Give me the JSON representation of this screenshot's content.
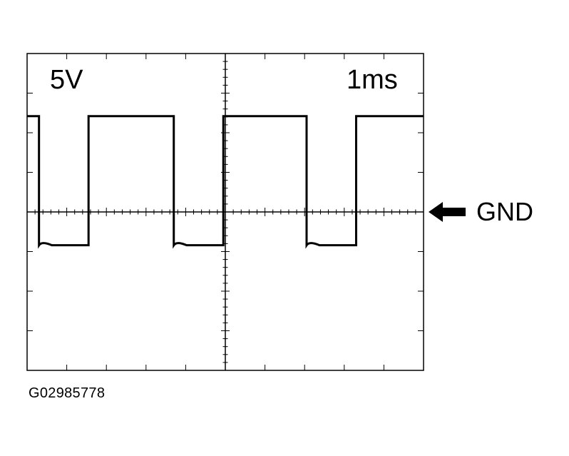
{
  "scope": {
    "voltage_div_label": "5V",
    "time_div_label": "1ms",
    "ground_marker_label": "GND",
    "ground_marker_icon": "left-arrow-icon",
    "colors": {
      "trace": "#000000",
      "grid": "#000000",
      "background": "#ffffff"
    }
  },
  "figure_id": "G02985778",
  "chart_data": {
    "type": "line",
    "title": "",
    "xlabel": "",
    "ylabel": "",
    "grid": true,
    "divisions": {
      "x": 10,
      "y": 8
    },
    "scale": {
      "volts_per_div": 5,
      "ms_per_div": 1
    },
    "xlim_ms": [
      0,
      10
    ],
    "ylim_v": [
      -20,
      20
    ],
    "series": [
      {
        "x_ms": [
          0,
          0.3,
          0.3,
          1.55,
          1.55,
          3.7,
          3.7,
          4.95,
          4.95,
          7.05,
          7.05,
          8.3,
          8.3,
          10
        ],
        "y_v": [
          12.1,
          12.1,
          -4.2,
          -4.2,
          12.1,
          12.1,
          -4.2,
          -4.2,
          12.1,
          12.1,
          -4.2,
          -4.2,
          12.1,
          12.1
        ]
      }
    ]
  }
}
